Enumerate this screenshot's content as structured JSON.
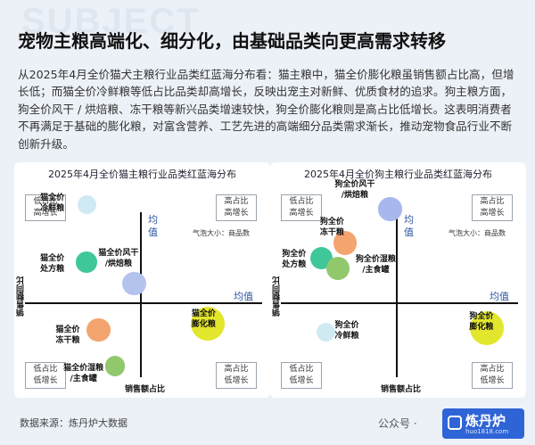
{
  "watermark": "SUBJECT",
  "headline": "宠物主粮高端化、细分化，由基础品类向更高需求转移",
  "description": "从2025年4月全价猫犬主粮行业品类红蓝海分布看：猫主粮中，猫全价膨化粮虽销售额占比高，但增长低；而猫全价冷鲜粮等低占比品类却高增长，反映出宠主对新鲜、优质食材的追求。狗主粮方面，狗全价风干  /  烘焙粮、冻干粮等新兴品类增速较快，狗全价膨化粮则是高占比低增长。这表明消费者不再满足于基础的膨化粮，对富含营养、工艺先进的高端细分品类需求渐长，推动宠物食品行业不断创新升级。",
  "charts": {
    "cat": {
      "title": "2025年4月全价猫主粮行业品类红蓝海分布",
      "quadrants": {
        "top_left": [
          "低占比",
          "高增长"
        ],
        "top_right": [
          "高占比",
          "高增长"
        ],
        "bottom_left": [
          "低占比",
          "低增长"
        ],
        "bottom_right": [
          "高占比",
          "低增长"
        ]
      },
      "avg_v": "均值",
      "avg_h": "均值",
      "bubble_legend": "气泡大小：商品数",
      "ylabel": "销售额同比",
      "xlabel": "销售额占比"
    },
    "dog": {
      "title": "2025年4月全价狗主粮行业品类红蓝海分布",
      "quadrants": {
        "top_left": [
          "低占比",
          "高增长"
        ],
        "top_right": [
          "高占比",
          "高增长"
        ],
        "bottom_left": [
          "低占比",
          "低增长"
        ],
        "bottom_right": [
          "高占比",
          "低增长"
        ]
      },
      "avg_v": "均值",
      "avg_h": "均值",
      "bubble_legend": "气泡大小：商品数",
      "ylabel": "销售额同比",
      "xlabel": "销售额占比"
    }
  },
  "chart_data": [
    {
      "type": "scatter",
      "title": "2025年4月全价猫主粮行业品类红蓝海分布",
      "xlabel": "销售额占比",
      "ylabel": "销售额同比",
      "x_range": [
        0,
        1
      ],
      "y_range": [
        0,
        1
      ],
      "x_mean": 0.5,
      "y_mean": 0.5,
      "bubble_size": "商品数",
      "points": [
        {
          "label": "猫全价冷鲜粮",
          "x": 0.26,
          "y": 0.9,
          "size": 0.35,
          "color": "#cfeaf3"
        },
        {
          "label": "猫全价处方粮",
          "x": 0.26,
          "y": 0.63,
          "size": 0.45,
          "color": "#3fc79a"
        },
        {
          "label": "猫全价风干/烘焙粮",
          "x": 0.46,
          "y": 0.53,
          "size": 0.55,
          "color": "#b3c3ee"
        },
        {
          "label": "猫全价冻干粮",
          "x": 0.31,
          "y": 0.31,
          "size": 0.55,
          "color": "#f4a46e"
        },
        {
          "label": "猫全价湿粮/主食罐",
          "x": 0.38,
          "y": 0.14,
          "size": 0.4,
          "color": "#92c86c"
        },
        {
          "label": "猫全价膨化粮",
          "x": 0.77,
          "y": 0.34,
          "size": 1.0,
          "color": "#e2e62c"
        }
      ]
    },
    {
      "type": "scatter",
      "title": "2025年4月全价狗主粮行业品类红蓝海分布",
      "xlabel": "销售额占比",
      "ylabel": "销售额同比",
      "x_range": [
        0,
        1
      ],
      "y_range": [
        0,
        1
      ],
      "x_mean": 0.5,
      "y_mean": 0.5,
      "bubble_size": "商品数",
      "points": [
        {
          "label": "狗全价风干/烘焙粮",
          "x": 0.46,
          "y": 0.88,
          "size": 0.55,
          "color": "#a8b8ee"
        },
        {
          "label": "狗全价冻干粮",
          "x": 0.27,
          "y": 0.72,
          "size": 0.55,
          "color": "#f4a46e"
        },
        {
          "label": "狗全价处方粮",
          "x": 0.17,
          "y": 0.65,
          "size": 0.5,
          "color": "#3fc79a"
        },
        {
          "label": "狗全价湿粮/主食罐",
          "x": 0.24,
          "y": 0.6,
          "size": 0.55,
          "color": "#92c86c"
        },
        {
          "label": "狗全价冷鲜粮",
          "x": 0.19,
          "y": 0.3,
          "size": 0.35,
          "color": "#cfeaf3"
        },
        {
          "label": "狗全价膨化粮",
          "x": 0.87,
          "y": 0.32,
          "size": 1.0,
          "color": "#e2e62c"
        }
      ]
    }
  ],
  "point_labels": {
    "cat": [
      [
        "猫全价",
        "冷鲜粮"
      ],
      [
        "猫全价",
        "处方粮"
      ],
      [
        "猫全价风干",
        "/烘焙粮"
      ],
      [
        "猫全价",
        "冻干粮"
      ],
      [
        "猫全价湿粮",
        "/主食罐"
      ],
      [
        "猫全价",
        "膨化粮"
      ]
    ],
    "dog": [
      [
        "狗全价风干",
        "/烘焙粮"
      ],
      [
        "狗全价",
        "冻干粮"
      ],
      [
        "狗全价",
        "处方粮"
      ],
      [
        "狗全价湿粮",
        "/主食罐"
      ],
      [
        "狗全价",
        "冷鲜粮"
      ],
      [
        "狗全价",
        "膨化粮"
      ]
    ]
  },
  "source": "数据来源：炼丹炉大数据",
  "footer": {
    "wechat": "公众号 · ",
    "logo_text": "炼丹炉",
    "logo_url": "huo1818.com"
  }
}
